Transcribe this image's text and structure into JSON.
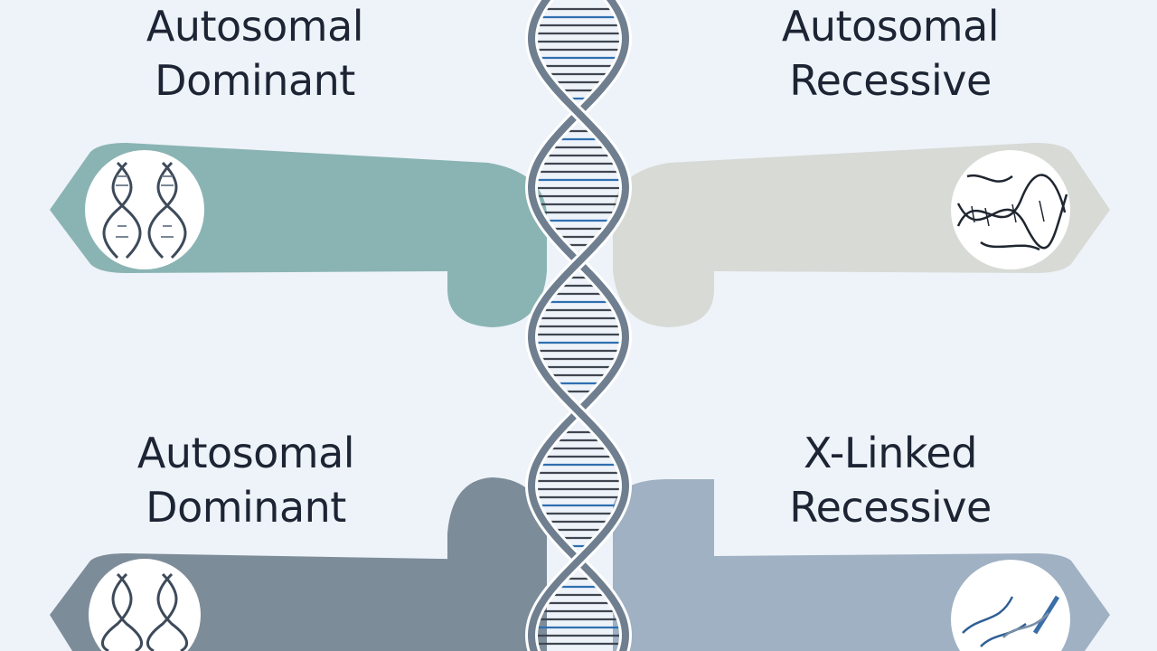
{
  "panels": {
    "top_left": {
      "line1": "Autosomal",
      "line2": "Dominant",
      "color": "#8ab4b3",
      "icon": "dna-double-helix-icon"
    },
    "top_right": {
      "line1": "Autosomal",
      "line2": "Recessive",
      "color": "#d8dad6",
      "icon": "tangled-dna-icon"
    },
    "bottom_left": {
      "line1": "Autosomal",
      "line2": "Dominant",
      "color": "#7d8c99",
      "icon": "dna-double-helix-icon"
    },
    "bottom_right": {
      "line1": "X-Linked",
      "line2": "Recessive",
      "color": "#9fb1c2",
      "icon": "scattered-dna-icon"
    }
  },
  "colors": {
    "background": "#eef3f9",
    "helix_strand": "#6f7f90",
    "rung_dark": "#3f4650",
    "rung_blue": "#2f6fb0"
  }
}
